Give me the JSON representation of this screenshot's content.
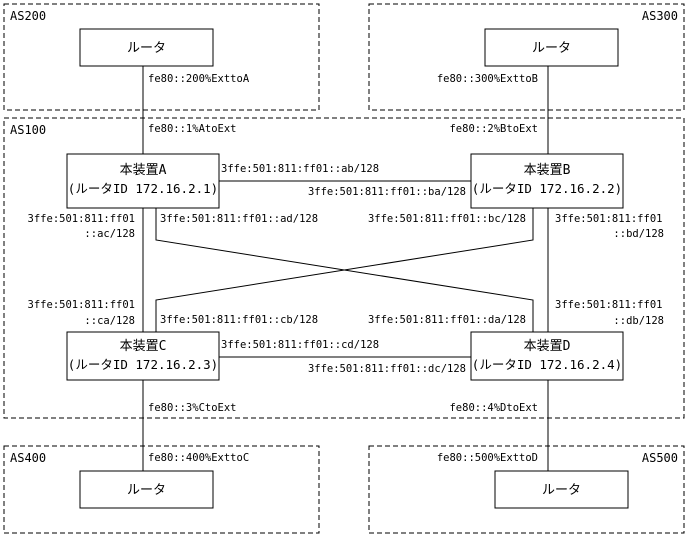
{
  "as_labels": {
    "as200": "AS200",
    "as300": "AS300",
    "as100": "AS100",
    "as400": "AS400",
    "as500": "AS500"
  },
  "ext_routers": {
    "as200": "ルータ",
    "as300": "ルータ",
    "as400": "ルータ",
    "as500": "ルータ"
  },
  "devices": {
    "a": {
      "title": "本装置A",
      "router_id": "(ルータID 172.16.2.1)"
    },
    "b": {
      "title": "本装置B",
      "router_id": "(ルータID 172.16.2.2)"
    },
    "c": {
      "title": "本装置C",
      "router_id": "(ルータID 172.16.2.3)"
    },
    "d": {
      "title": "本装置D",
      "router_id": "(ルータID 172.16.2.4)"
    }
  },
  "addresses": {
    "ext_a": "fe80::200%ExttoA",
    "ext_b": "fe80::300%ExttoB",
    "ext_c": "fe80::400%ExttoC",
    "ext_d": "fe80::500%ExttoD",
    "a_ext": "fe80::1%AtoExt",
    "b_ext": "fe80::2%BtoExt",
    "c_ext": "fe80::3%CtoExt",
    "d_ext": "fe80::4%DtoExt",
    "ab": "3ffe:501:811:ff01::ab/128",
    "ba": "3ffe:501:811:ff01::ba/128",
    "cd": "3ffe:501:811:ff01::cd/128",
    "dc": "3ffe:501:811:ff01::dc/128",
    "ad": "3ffe:501:811:ff01::ad/128",
    "bc": "3ffe:501:811:ff01::bc/128",
    "cb": "3ffe:501:811:ff01::cb/128",
    "da": "3ffe:501:811:ff01::da/128",
    "ac_line1": "3ffe:501:811:ff01",
    "ac_line2": "::ac/128",
    "bd_line1": "3ffe:501:811:ff01",
    "bd_line2": "::bd/128",
    "ca_line1": "3ffe:501:811:ff01",
    "ca_line2": "::ca/128",
    "db_line1": "3ffe:501:811:ff01",
    "db_line2": "::db/128"
  }
}
